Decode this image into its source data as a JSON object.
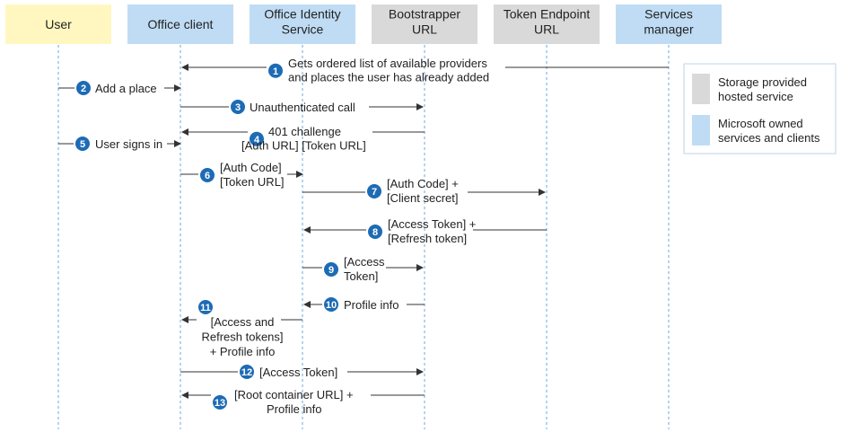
{
  "colors": {
    "user_header": "#fff7bf",
    "microsoft_header": "#bfdcf4",
    "storage_header": "#d9d9d9",
    "badge": "#1d6bb5",
    "lifeline": "#6fa8dc",
    "arrow": "#333333",
    "legend_border": "#b8d4ea"
  },
  "participants": [
    {
      "id": "user",
      "lines": [
        "User"
      ],
      "kind": "user"
    },
    {
      "id": "office-client",
      "lines": [
        "Office client"
      ],
      "kind": "microsoft"
    },
    {
      "id": "office-identity-service",
      "lines": [
        "Office Identity",
        "Service"
      ],
      "kind": "microsoft"
    },
    {
      "id": "bootstrapper-url",
      "lines": [
        "Bootstrapper",
        "URL"
      ],
      "kind": "storage"
    },
    {
      "id": "token-endpoint-url",
      "lines": [
        "Token Endpoint",
        "URL"
      ],
      "kind": "storage"
    },
    {
      "id": "services-manager",
      "lines": [
        "Services",
        "manager"
      ],
      "kind": "microsoft"
    }
  ],
  "messages": [
    {
      "num": "1",
      "from": "services-manager",
      "to": "office-client",
      "lines": [
        "Gets ordered list of available providers",
        "and places the user has already added"
      ]
    },
    {
      "num": "2",
      "from": "user",
      "to": "office-client",
      "lines": [
        "Add a place"
      ]
    },
    {
      "num": "3",
      "from": "office-client",
      "to": "bootstrapper-url",
      "lines": [
        "Unauthenticated call"
      ]
    },
    {
      "num": "4",
      "from": "bootstrapper-url",
      "to": "office-client",
      "lines": [
        "401 challenge",
        "[Auth URL] [Token URL]"
      ]
    },
    {
      "num": "5",
      "from": "user",
      "to": "office-client",
      "lines": [
        "User signs in"
      ]
    },
    {
      "num": "6",
      "from": "office-client",
      "to": "office-identity-service",
      "lines": [
        "[Auth Code]",
        "[Token URL]"
      ]
    },
    {
      "num": "7",
      "from": "office-identity-service",
      "to": "token-endpoint-url",
      "lines": [
        "[Auth Code] +",
        "[Client secret]"
      ]
    },
    {
      "num": "8",
      "from": "token-endpoint-url",
      "to": "office-identity-service",
      "lines": [
        "[Access Token] +",
        "[Refresh token]"
      ]
    },
    {
      "num": "9",
      "from": "office-identity-service",
      "to": "bootstrapper-url",
      "lines": [
        "[Access",
        "Token]"
      ]
    },
    {
      "num": "10",
      "from": "bootstrapper-url",
      "to": "office-identity-service",
      "lines": [
        "Profile info"
      ]
    },
    {
      "num": "11",
      "from": "office-identity-service",
      "to": "office-client",
      "lines": [
        "[Access and",
        "Refresh tokens]",
        "+ Profile info"
      ]
    },
    {
      "num": "12",
      "from": "office-client",
      "to": "bootstrapper-url",
      "lines": [
        "[Access Token]"
      ]
    },
    {
      "num": "13",
      "from": "bootstrapper-url",
      "to": "office-client",
      "lines": [
        "[Root container URL] +",
        "Profile info"
      ]
    }
  ],
  "legend": [
    {
      "kind": "storage",
      "lines": [
        "Storage provided",
        "hosted service"
      ]
    },
    {
      "kind": "microsoft",
      "lines": [
        "Microsoft owned",
        "services and clients"
      ]
    }
  ]
}
